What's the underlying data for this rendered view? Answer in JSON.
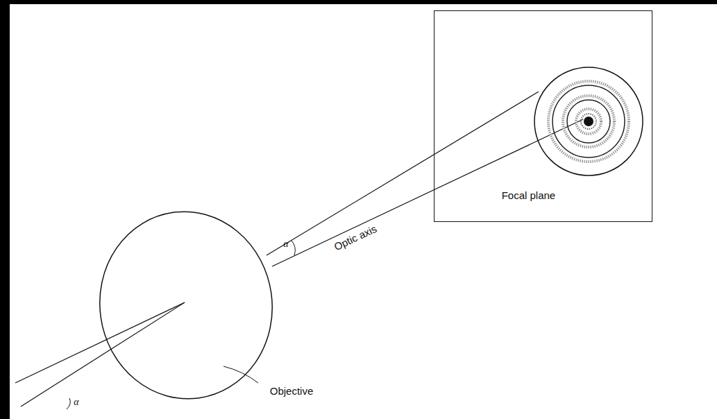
{
  "diagram": {
    "nodes": [
      {
        "text": [
          "Focal plane"
        ]
      }
    ],
    "labels": [
      "Optic axis",
      "α",
      "α",
      "Objective"
    ]
  }
}
